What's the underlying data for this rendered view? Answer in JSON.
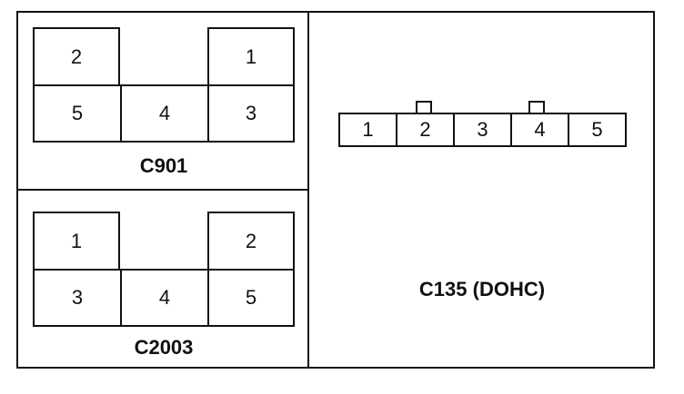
{
  "connectors": {
    "c901": {
      "label": "C901",
      "pins": {
        "top_left": "2",
        "top_right": "1",
        "bottom_left": "5",
        "bottom_mid": "4",
        "bottom_right": "3"
      }
    },
    "c2003": {
      "label": "C2003",
      "pins": {
        "top_left": "1",
        "top_right": "2",
        "bottom_left": "3",
        "bottom_mid": "4",
        "bottom_right": "5"
      }
    },
    "c135": {
      "label": "C135 (DOHC)",
      "pins": [
        "1",
        "2",
        "3",
        "4",
        "5"
      ]
    }
  }
}
